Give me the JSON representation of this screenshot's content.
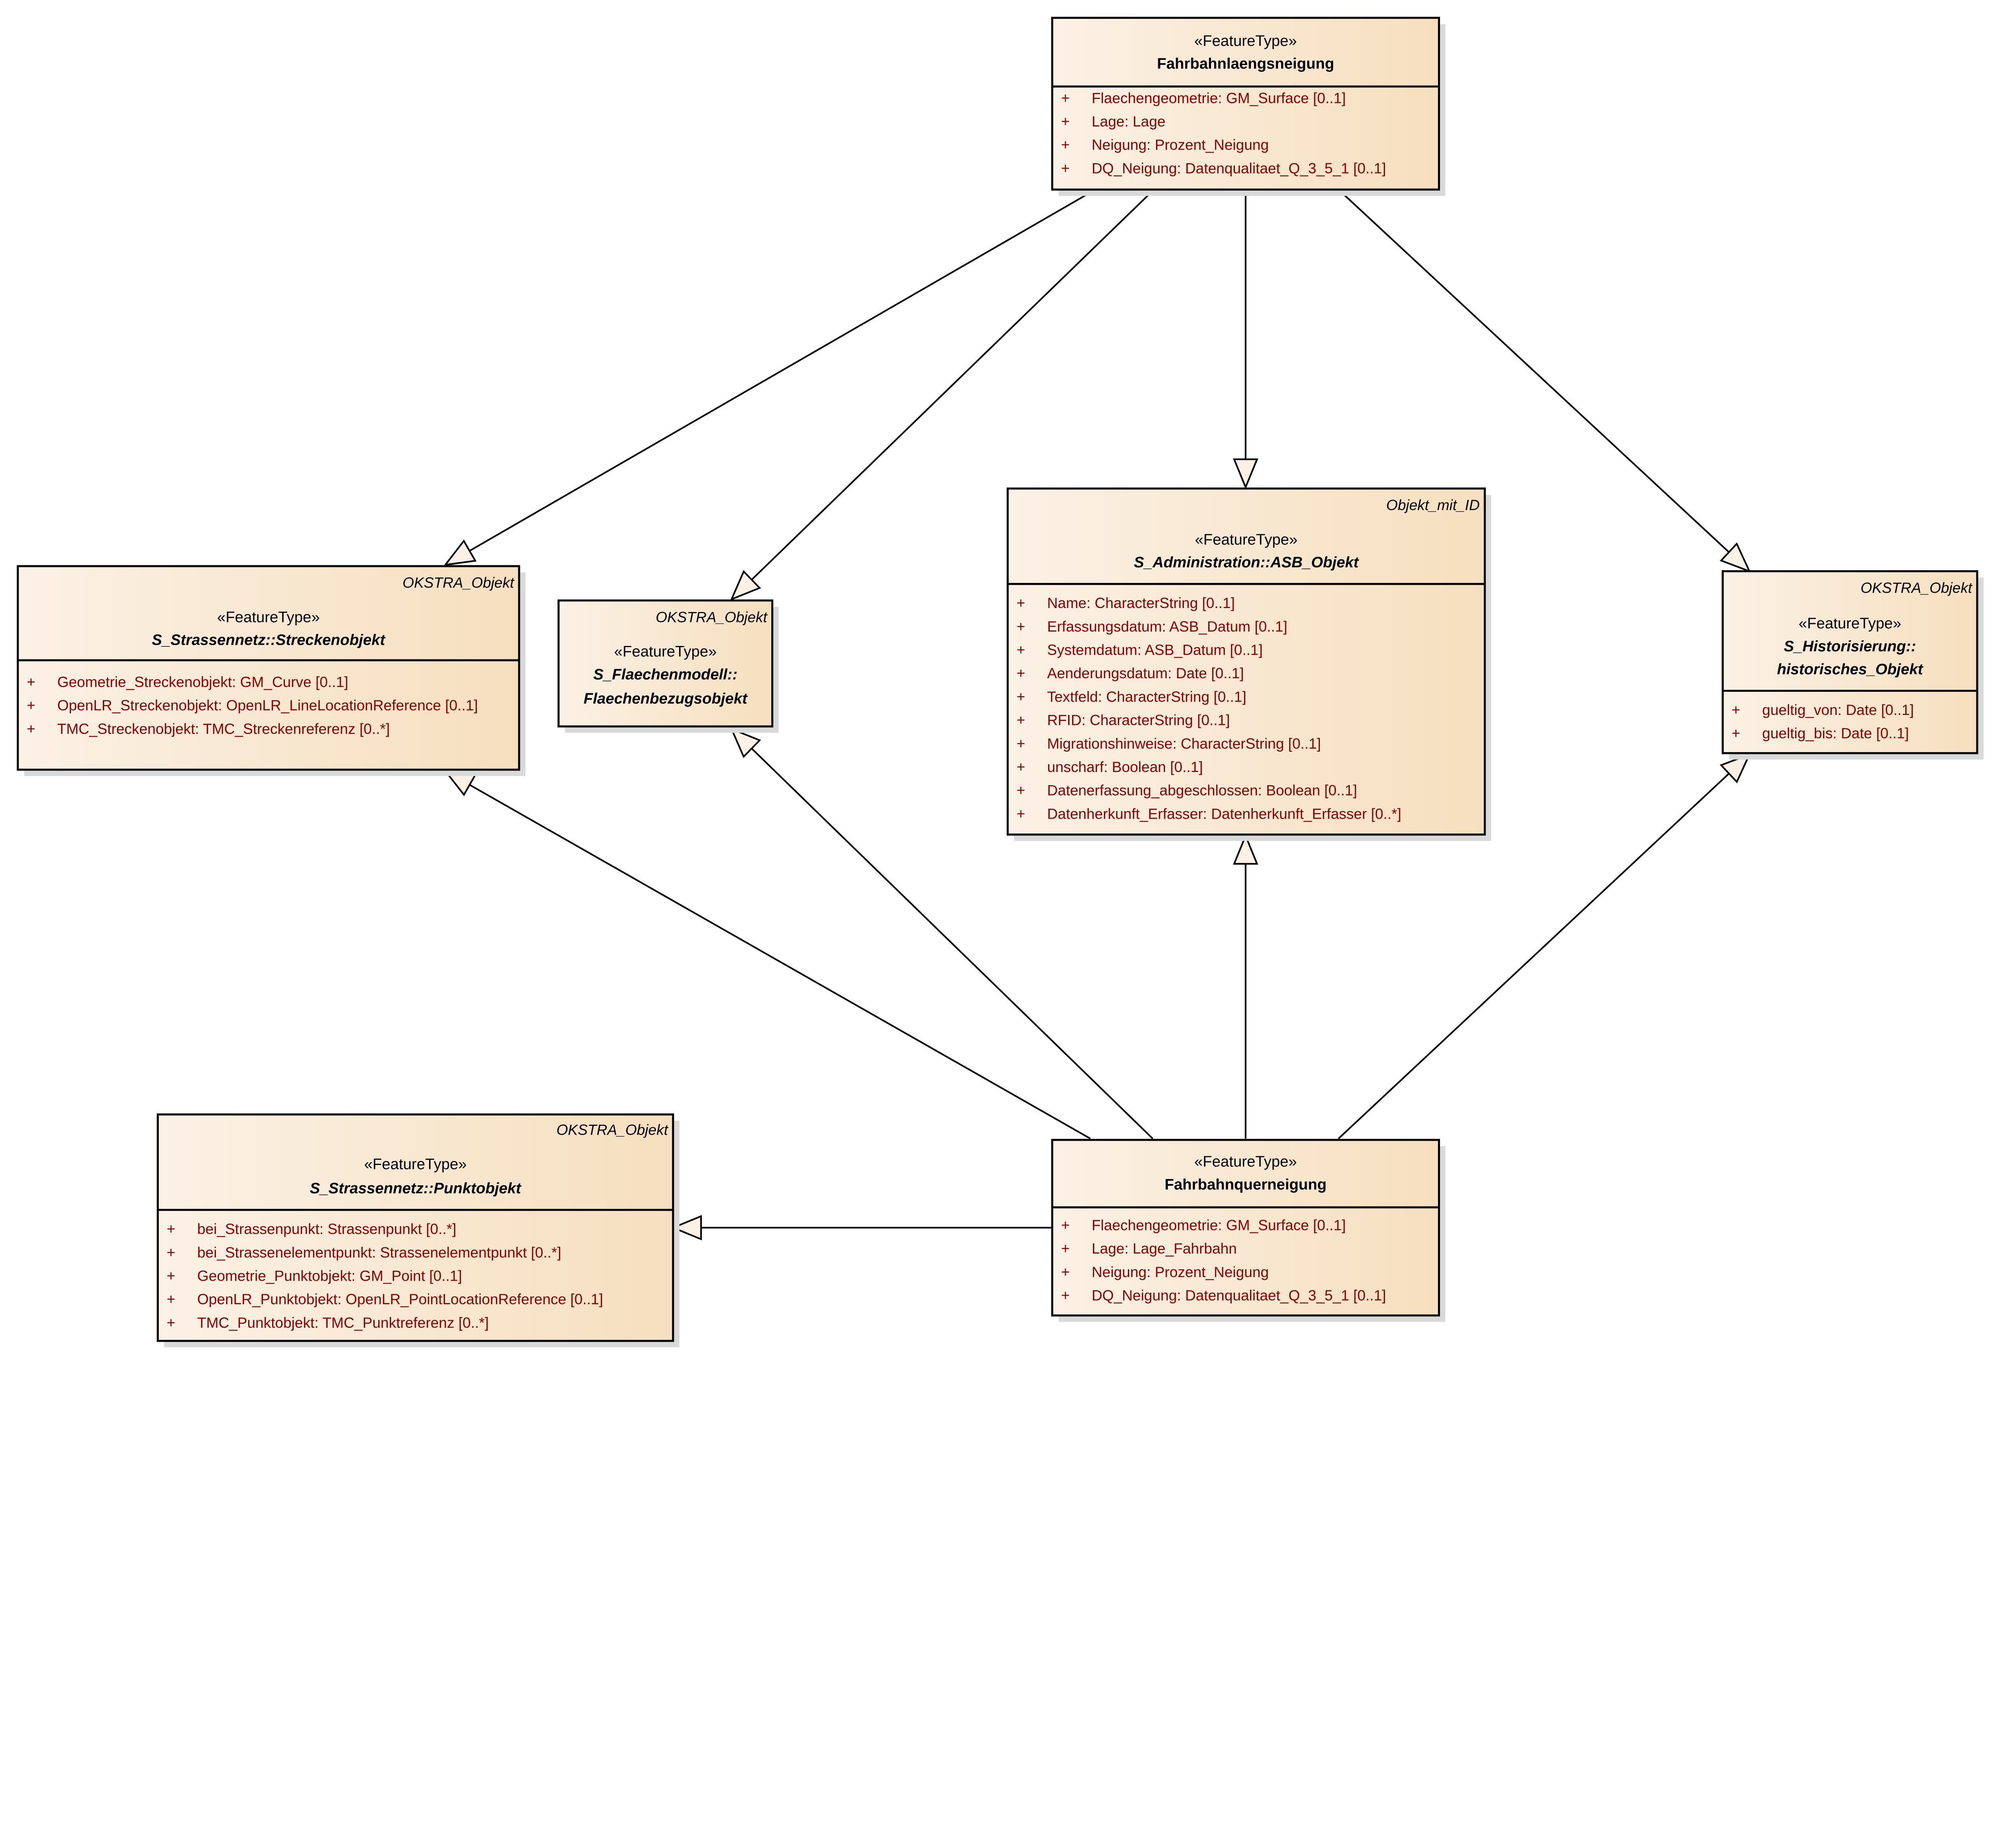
{
  "colors": {
    "fill_light": "#fbf1e5",
    "fill_dark": "#f6dfbe",
    "attribute_text": "#8b0000",
    "border": "#000000",
    "shadow": "#d9d9d9"
  },
  "classes": [
    {
      "id": "fahrbahnlaengsneigung",
      "parent": "",
      "stereotype": "«FeatureType»",
      "name_lines": [
        "Fahrbahnlaengsneigung"
      ],
      "abstract": false,
      "attributes": [
        "Flaechengeometrie: GM_Surface [0..1]",
        "Lage: Lage",
        "Neigung: Prozent_Neigung",
        "DQ_Neigung: Datenqualitaet_Q_3_5_1 [0..1]"
      ]
    },
    {
      "id": "streckenobjekt",
      "parent": "OKSTRA_Objekt",
      "stereotype": "«FeatureType»",
      "name_lines": [
        "S_Strassennetz::Streckenobjekt"
      ],
      "abstract": true,
      "attributes": [
        "Geometrie_Streckenobjekt: GM_Curve [0..1]",
        "OpenLR_Streckenobjekt: OpenLR_LineLocationReference [0..1]",
        "TMC_Streckenobjekt: TMC_Streckenreferenz [0..*]"
      ]
    },
    {
      "id": "flaechenbezugsobjekt",
      "parent": "OKSTRA_Objekt",
      "stereotype": "«FeatureType»",
      "name_lines": [
        "S_Flaechenmodell::",
        "Flaechenbezugsobjekt"
      ],
      "abstract": true,
      "attributes": []
    },
    {
      "id": "asb-objekt",
      "parent": "Objekt_mit_ID",
      "stereotype": "«FeatureType»",
      "name_lines": [
        "S_Administration::ASB_Objekt"
      ],
      "abstract": true,
      "attributes": [
        "Name: CharacterString [0..1]",
        "Erfassungsdatum: ASB_Datum [0..1]",
        "Systemdatum: ASB_Datum [0..1]",
        "Aenderungsdatum: Date [0..1]",
        "Textfeld: CharacterString [0..1]",
        "RFID: CharacterString [0..1]",
        "Migrationshinweise: CharacterString [0..1]",
        "unscharf: Boolean [0..1]",
        "Datenerfassung_abgeschlossen: Boolean [0..1]",
        "Datenherkunft_Erfasser: Datenherkunft_Erfasser [0..*]"
      ]
    },
    {
      "id": "historisches-objekt",
      "parent": "OKSTRA_Objekt",
      "stereotype": "«FeatureType»",
      "name_lines": [
        "S_Historisierung::",
        "historisches_Objekt"
      ],
      "abstract": true,
      "attributes": [
        "gueltig_von: Date [0..1]",
        "gueltig_bis: Date [0..1]"
      ]
    },
    {
      "id": "punktobjekt",
      "parent": "OKSTRA_Objekt",
      "stereotype": "«FeatureType»",
      "name_lines": [
        "S_Strassennetz::Punktobjekt"
      ],
      "abstract": true,
      "attributes": [
        "bei_Strassenpunkt: Strassenpunkt [0..*]",
        "bei_Strassenelementpunkt: Strassenelementpunkt [0..*]",
        "Geometrie_Punktobjekt: GM_Point [0..1]",
        "OpenLR_Punktobjekt: OpenLR_PointLocationReference [0..1]",
        "TMC_Punktobjekt: TMC_Punktreferenz [0..*]"
      ]
    },
    {
      "id": "fahrbahnquerneigung",
      "parent": "",
      "stereotype": "«FeatureType»",
      "name_lines": [
        "Fahrbahnquerneigung"
      ],
      "abstract": false,
      "attributes": [
        "Flaechengeometrie: GM_Surface [0..1]",
        "Lage: Lage_Fahrbahn",
        "Neigung: Prozent_Neigung",
        "DQ_Neigung: Datenqualitaet_Q_3_5_1 [0..1]"
      ]
    }
  ],
  "visibility_marker": "+",
  "generalizations": [
    {
      "from": "fahrbahnlaengsneigung",
      "to": "streckenobjekt"
    },
    {
      "from": "fahrbahnlaengsneigung",
      "to": "flaechenbezugsobjekt"
    },
    {
      "from": "fahrbahnlaengsneigung",
      "to": "asb-objekt"
    },
    {
      "from": "fahrbahnlaengsneigung",
      "to": "historisches-objekt"
    },
    {
      "from": "fahrbahnquerneigung",
      "to": "streckenobjekt"
    },
    {
      "from": "fahrbahnquerneigung",
      "to": "flaechenbezugsobjekt"
    },
    {
      "from": "fahrbahnquerneigung",
      "to": "asb-objekt"
    },
    {
      "from": "fahrbahnquerneigung",
      "to": "historisches-objekt"
    },
    {
      "from": "fahrbahnquerneigung",
      "to": "punktobjekt"
    }
  ]
}
